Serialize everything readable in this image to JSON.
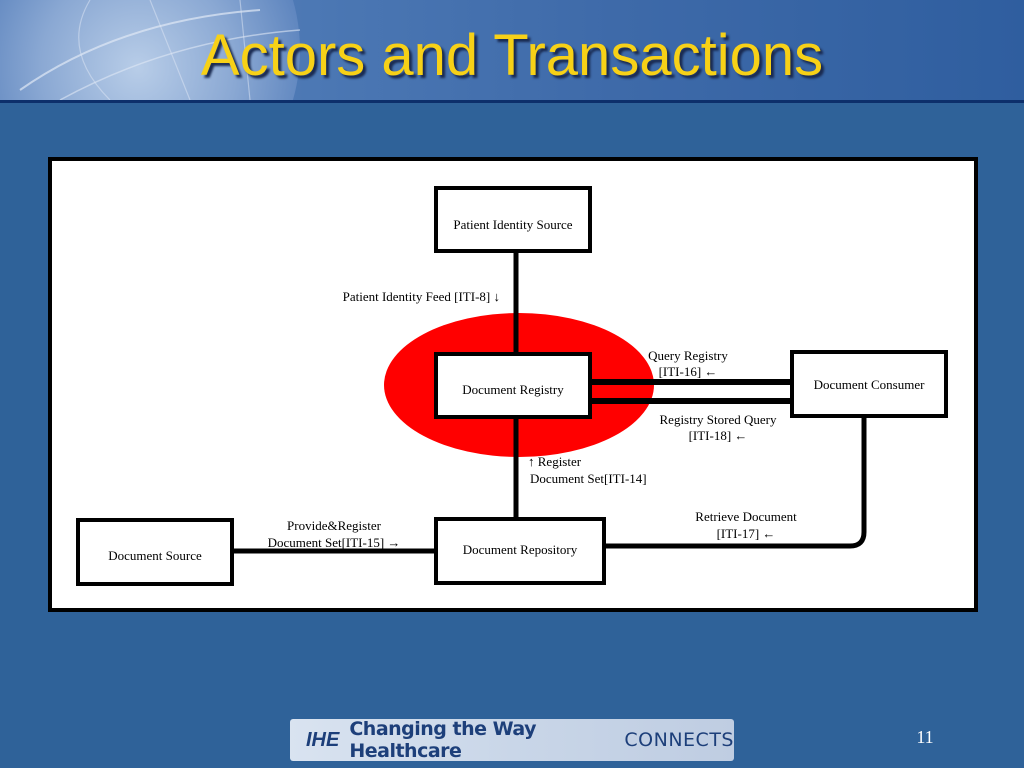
{
  "slide": {
    "title": "Actors and Transactions",
    "page_number": "11"
  },
  "footer": {
    "logo_mark": "IHE",
    "tagline": "Changing the Way Healthcare",
    "connects": "CONNECTS"
  },
  "diagram": {
    "actors": {
      "patient_identity_source": "Patient Identity Source",
      "document_registry": "Document Registry",
      "document_consumer": "Document Consumer",
      "document_source": "Document Source",
      "document_repository": "Document Repository"
    },
    "transactions": {
      "patient_identity_feed": "Patient Identity Feed [ITI-8] ↓",
      "query_registry_line1": "Query Registry",
      "query_registry_line2": "[ITI-16] ←",
      "registry_stored_query_line1": "Registry Stored Query",
      "registry_stored_query_line2": "[ITI-18] ←",
      "register_line1": "↑ Register",
      "register_line2": "Document Set[ITI-14]",
      "provide_register_line1": "Provide&Register",
      "provide_register_line2": "Document Set[ITI-15] →",
      "retrieve_document_line1": "Retrieve Document",
      "retrieve_document_line2": "[ITI-17] ←"
    },
    "highlight_color": "#ff0000"
  }
}
